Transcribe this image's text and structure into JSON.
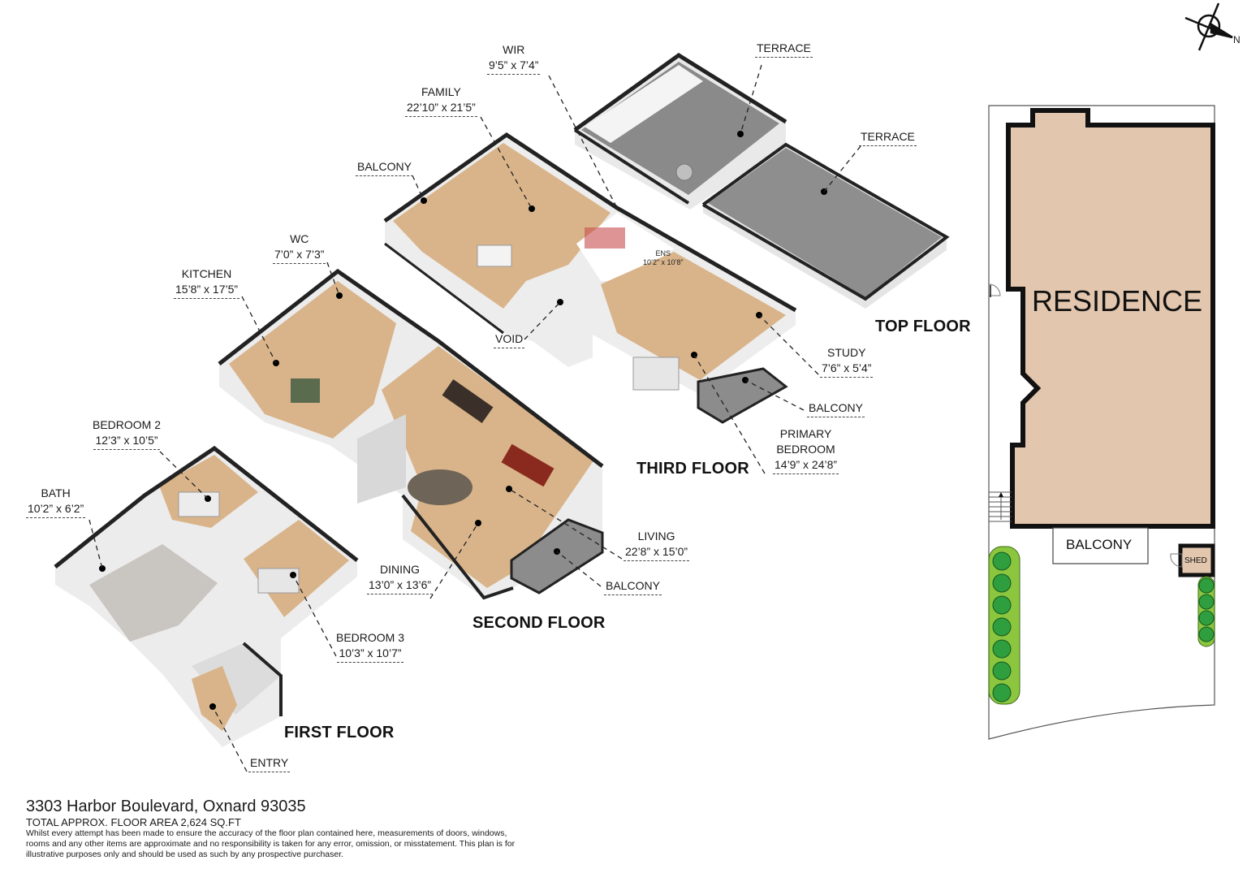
{
  "compass": {
    "label": "N",
    "icon": "north-arrow-icon"
  },
  "floors": [
    {
      "id": "top",
      "title": "TOP FLOOR",
      "rooms": [
        {
          "name": "TERRACE",
          "dims": ""
        },
        {
          "name": "TERRACE",
          "dims": ""
        }
      ]
    },
    {
      "id": "third",
      "title": "THIRD FLOOR",
      "rooms": [
        {
          "name": "WIR",
          "dims": "9’5” x 7’4”"
        },
        {
          "name": "FAMILY",
          "dims": "22’10” x 21’5”"
        },
        {
          "name": "BALCONY",
          "dims": ""
        },
        {
          "name": "ENS",
          "dims": "10’2” x 10’8”"
        },
        {
          "name": "VOID",
          "dims": ""
        },
        {
          "name": "STUDY",
          "dims": "7’6” x 5’4”"
        },
        {
          "name": "BALCONY",
          "dims": ""
        },
        {
          "name": "PRIMARY BEDROOM",
          "line1": "PRIMARY",
          "line2": "BEDROOM",
          "dims": "14’9” x 24’8”"
        }
      ]
    },
    {
      "id": "second",
      "title": "SECOND FLOOR",
      "rooms": [
        {
          "name": "WC",
          "dims": "7’0” x 7’3”"
        },
        {
          "name": "KITCHEN",
          "dims": "15’8” x 17’5”"
        },
        {
          "name": "DINING",
          "dims": "13’0” x 13’6”"
        },
        {
          "name": "LIVING",
          "dims": "22’8” x 15’0”"
        },
        {
          "name": "BALCONY",
          "dims": ""
        }
      ]
    },
    {
      "id": "first",
      "title": "FIRST FLOOR",
      "rooms": [
        {
          "name": "BEDROOM 2",
          "dims": "12’3” x 10’5”"
        },
        {
          "name": "BATH",
          "dims": "10’2” x 6’2”"
        },
        {
          "name": "BEDROOM 3",
          "dims": "10’3” x 10’7”"
        },
        {
          "name": "ENTRY",
          "dims": ""
        }
      ]
    }
  ],
  "site_plan": {
    "residence_label": "RESIDENCE",
    "balcony_label": "BALCONY",
    "shed_label": "SHED",
    "colors": {
      "residence_fill": "#e2c6ad",
      "hedge_fill": "#8cc63f",
      "tree_fill": "#2e9e3e",
      "wall": "#111111"
    }
  },
  "footer": {
    "address": "3303 Harbor Boulevard, Oxnard 93035",
    "total_area": "TOTAL APPROX. FLOOR AREA 2,624 SQ.FT",
    "disclaimer": "Whilst every attempt has been made to ensure the accuracy of the floor plan contained here, measurements of doors, windows, rooms and any other items are approximate and no responsibility is taken for any error, omission, or misstatement. This plan is for illustrative purposes only and should be used as such by any prospective purchaser."
  },
  "colors": {
    "wood_floor": "#d9b48a",
    "terrace_floor": "#8c8c8c",
    "wall_top": "#2a2a2a",
    "wall_side": "#ececec"
  }
}
